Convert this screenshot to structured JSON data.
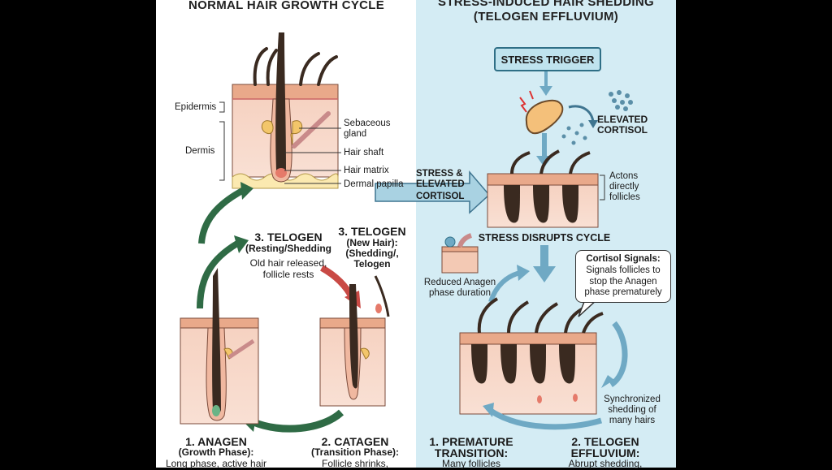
{
  "left_title": "NORMAL HAIR GROWTH CYCLE",
  "right_title_line1": "STRESS-INDUCED HAIR SHEDDING",
  "right_title_line2": "(TELOGEN EFFLUVIUM)",
  "anatomy": {
    "epidermis": "Epidermis",
    "dermis": "Dermis",
    "sebaceous_line1": "Sebaceous",
    "sebaceous_line2": "gland",
    "hair_shaft": "Hair shaft",
    "hair_matrix": "Hair matrix",
    "dermal_papilla": "Dermal papilla"
  },
  "normal_cycle": {
    "telogen_left": {
      "title": "3. TELOGEN",
      "sub": "(Resting/Shedding",
      "desc1": "Old hair released,",
      "desc2": "follicle rests"
    },
    "telogen_right": {
      "title": "3. TELOGEN",
      "sub1": "(New Hair):",
      "sub2": "(Shedding/,",
      "sub3": "Telogen"
    },
    "anagen": {
      "title": "1. ANAGEN",
      "sub": "(Growth Phase):",
      "desc": "Long phase, active hair"
    },
    "catagen": {
      "title": "2. CATAGEN",
      "sub": "(Transition Phase):",
      "desc": "Follicle shrinks,"
    }
  },
  "stress": {
    "trigger": "STRESS TRIGGER",
    "elevated1": "ELEVATED",
    "elevated2": "CORTISOL",
    "arrow_label1": "STRESS &",
    "arrow_label2": "ELEVATED",
    "arrow_label3": "CORTISOL",
    "acts1": "Actons",
    "acts2": "directly",
    "acts3": "follicles",
    "disrupts": "STRESS DISRUPTS CYCLE",
    "callout_title": "Cortisol Signals:",
    "callout1": "Signals follicles to",
    "callout2": "stop the Anagen",
    "callout3": "phase prematurely",
    "reduced1": "Reduced Anagen",
    "reduced2": "phase duration",
    "sync1": "Synchronized",
    "sync2": "shedding of",
    "sync3": "many hairs",
    "premature_title1": "1. PREMATURE",
    "premature_title2": "TRANSITION:",
    "premature_desc": "Many follicles",
    "te_title1": "2. TELOGEN",
    "te_title2": "EFFLUVIUM:",
    "te_desc": "Abrupt shedding,"
  },
  "colors": {
    "left_bg": "#ffffff",
    "right_bg": "#d4ecf4",
    "skin": "#f3c9b4",
    "epidermis": "#e9a98a",
    "fat": "#fbe9b0",
    "hair": "#3a2a20",
    "green_arrow": "#2f6b45",
    "red_arrow": "#c94a45",
    "blue_arrow": "#6fa9c4"
  }
}
